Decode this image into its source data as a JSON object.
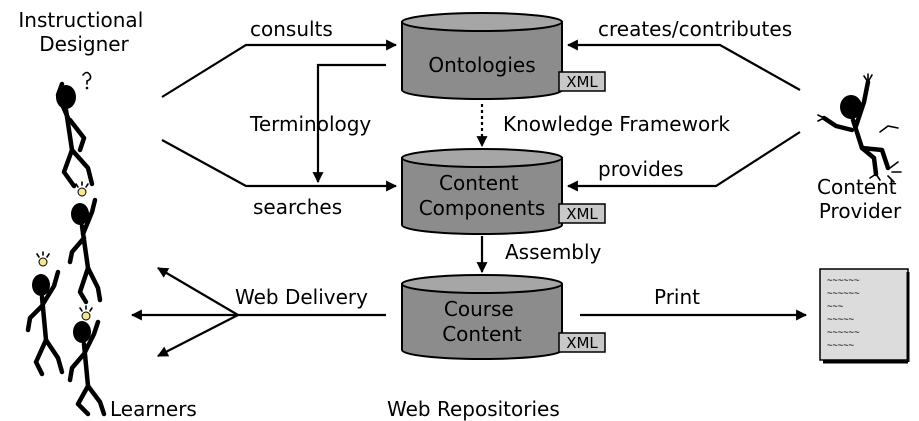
{
  "actors": {
    "instructional_designer": [
      "Instructional",
      "Designer"
    ],
    "content_provider": [
      "Content",
      "Provider"
    ],
    "learners": "Learners"
  },
  "repositories": {
    "ontologies": [
      "Ontologies"
    ],
    "content_components": [
      "Content",
      "Components"
    ],
    "course_content": [
      "Course",
      "Content"
    ],
    "xml_tag": "XML",
    "caption": "Web Repositories"
  },
  "flows": {
    "consults": "consults",
    "searches": "searches",
    "terminology": "Terminology",
    "creates_contributes": "creates/contributes",
    "provides": "provides",
    "knowledge_framework": "Knowledge Framework",
    "assembly": "Assembly",
    "web_delivery": "Web Delivery",
    "print": "Print"
  },
  "printed_document": {
    "lines": [
      "~~~~~~",
      "~~~~~~",
      "~~~",
      "~~~~~",
      "~~~~~~",
      "~~~~~"
    ]
  },
  "colors": {
    "cylinder_fill": "#8c8c8c",
    "cylinder_top": "#a6a6a6",
    "xml_tag_fill": "#c8c8c8",
    "document_fill": "#dcdcdc"
  }
}
